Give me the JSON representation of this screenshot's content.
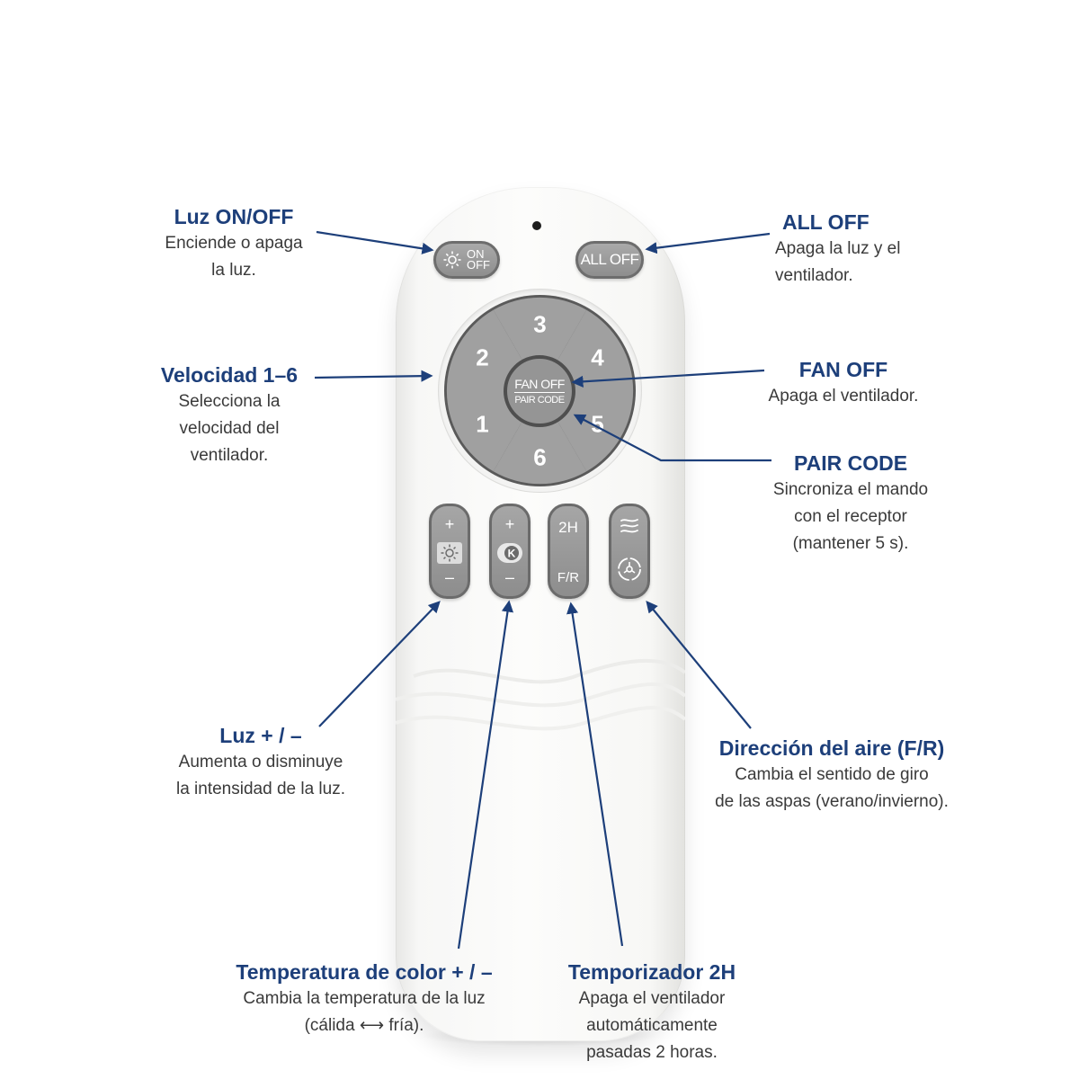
{
  "remote": {
    "onoff_top": "ON",
    "onoff_bottom": "OFF",
    "alloff": "ALL OFF",
    "dial": [
      "3",
      "4",
      "5",
      "6",
      "1",
      "2"
    ],
    "center_top": "FAN OFF",
    "center_bottom": "PAIR CODE",
    "plus": "+",
    "minus": "–",
    "timer": "2H",
    "direction": "F/R"
  },
  "labels": {
    "luz_onoff": {
      "title": "Luz ON/OFF",
      "line1": "Enciende o apaga",
      "line2": "la luz."
    },
    "all_off": {
      "title": "ALL OFF",
      "line1": "Apaga la luz y el",
      "line2": "ventilador."
    },
    "velocidad": {
      "title": "Velocidad 1–6",
      "line1": "Selecciona la",
      "line2": "velocidad del",
      "line3": "ventilador."
    },
    "fan_off": {
      "title": "FAN OFF",
      "line1": "Apaga el ventilador."
    },
    "pair_code": {
      "title": "PAIR CODE",
      "line1": "Sincroniza el mando",
      "line2": "con el receptor",
      "line3": "(mantener 5 s)."
    },
    "luz_pm": {
      "title": "Luz + / –",
      "line1": "Aumenta o disminuye",
      "line2": "la intensidad de la luz."
    },
    "direccion": {
      "title": "Dirección del aire (F/R)",
      "line1": "Cambia el sentido de giro",
      "line2": "de las aspas (verano/invierno)."
    },
    "temperatura": {
      "title": "Temperatura de color + / –",
      "line1": "Cambia la temperatura de la luz",
      "line2": "(cálida ⟷ fría)."
    },
    "temporizador": {
      "title": "Temporizador 2H",
      "line1": "Apaga el ventilador",
      "line2": "automáticamente",
      "line3": "pasadas 2 horas."
    }
  },
  "colors": {
    "accent": "#1d3f7a",
    "button": "#9a9a9a",
    "body": "#f8f8f7"
  },
  "icons": [
    "sun-icon",
    "color-temperature-icon",
    "wind-icon",
    "rotation-icon"
  ]
}
